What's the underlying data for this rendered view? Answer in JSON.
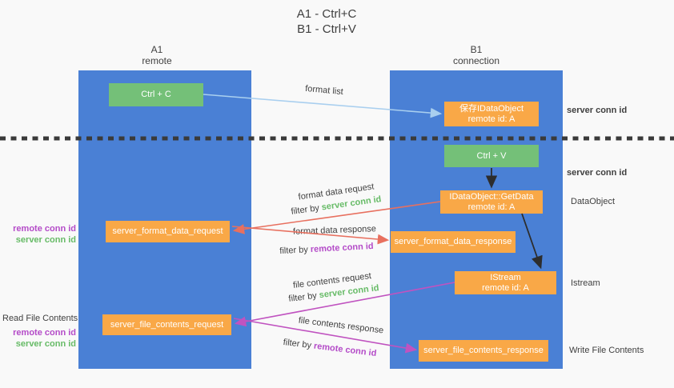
{
  "title": {
    "line1": "A1 - Ctrl+C",
    "line2": "B1 - Ctrl+V"
  },
  "lanes": {
    "left": {
      "header_line1": "A1",
      "header_line2": "remote"
    },
    "right": {
      "header_line1": "B1",
      "header_line2": "connection"
    }
  },
  "nodes": {
    "ctrl_c": "Ctrl + C",
    "ctrl_v": "Ctrl + V",
    "save_idataobject_line1": "保存IDataObject",
    "save_idataobject_line2": "remote id: A",
    "getdata_line1": "IDataObject::GetData",
    "getdata_line2": "remote id: A",
    "istream_line1": "IStream",
    "istream_line2": "remote id: A",
    "server_format_data_request": "server_format_data_request",
    "server_format_data_response": "server_format_data_response",
    "server_file_contents_request": "server_file_contents_request",
    "server_file_contents_response": "server_file_contents_response"
  },
  "edge_labels": {
    "format_list": "format list",
    "format_data_request": "format data request",
    "format_data_response": "format data response",
    "file_contents_request": "file contents request",
    "file_contents_response": "file contents response",
    "filter_by": "filter by",
    "server_conn_id": "server conn id",
    "remote_conn_id": "remote conn id"
  },
  "side_labels": {
    "right_server_conn_id_top": "server conn id",
    "right_server_conn_id_mid": "server conn id",
    "dataobject": "DataObject",
    "istream": "Istream",
    "write_file_contents": "Write File Contents",
    "read_file_contents": "Read File Contents",
    "left_remote_conn_id_top": "remote conn id",
    "left_server_conn_id_top": "server conn id",
    "left_remote_conn_id_bottom": "remote conn id",
    "left_server_conn_id_bottom": "server conn id"
  },
  "colors": {
    "lane_blue": "#4a80d5",
    "node_green": "#74c078",
    "node_orange": "#f9a847",
    "arrow_salmon": "#e8705f",
    "arrow_magenta": "#c053c0",
    "arrow_lightblue": "#a9cfef",
    "arrow_black": "#2d2d2d",
    "text_green": "#67bb67",
    "text_purple": "#b44bc8",
    "text_dark": "#3f3f3f",
    "background": "#f9f9f9"
  }
}
